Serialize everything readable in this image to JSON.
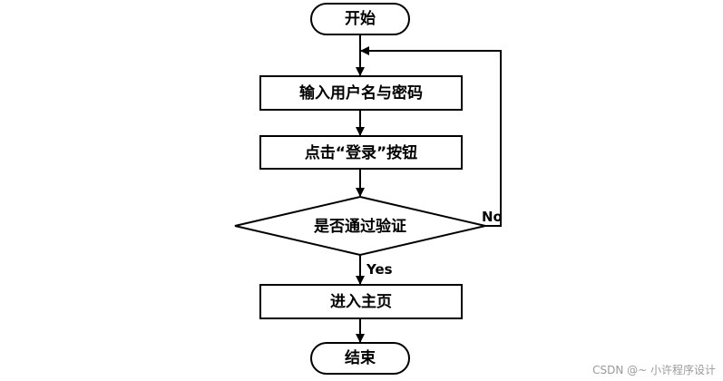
{
  "flowchart": {
    "start_label": "开始",
    "input_label": "输入用户名与密码",
    "click_label": "点击“登录”按钮",
    "decision_label": "是否通过验证",
    "no_label": "No",
    "yes_label": "Yes",
    "home_label": "进入主页",
    "end_label": "结束"
  },
  "watermark": "CSDN @~ 小许程序设计"
}
